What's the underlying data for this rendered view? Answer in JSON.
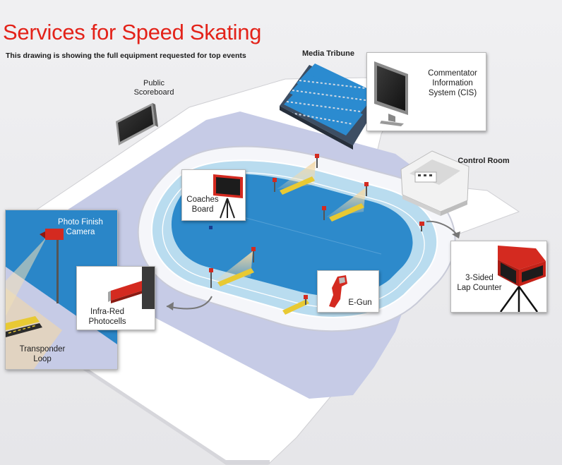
{
  "header": {
    "title": "Services for Speed Skating",
    "subtitle": "This drawing is showing the full equipment requested for top events"
  },
  "labels": {
    "media_tribune": "Media Tribune",
    "cis": [
      "Commentator",
      "Information",
      "System (CIS)"
    ],
    "public_scoreboard": [
      "Public",
      "Scoreboard"
    ],
    "control_room": "Control Room",
    "coaches_board": [
      "Coaches",
      "Board"
    ],
    "photo_finish_camera": [
      "Photo Finish",
      "Camera"
    ],
    "infra_red_photocells": [
      "Infra-Red",
      "Photocells"
    ],
    "transponder_loop": [
      "Transponder",
      "Loop"
    ],
    "e_gun": "E-Gun",
    "lap_counter": [
      "3-Sided",
      "Lap Counter"
    ]
  },
  "colors": {
    "title_red": "#e32219",
    "ice_blue": "#2a86c8",
    "lavender": "#c6cbe6",
    "equipment_red": "#d42a20",
    "loop_yellow": "#e8c933"
  },
  "icons": [
    "monitor-icon",
    "tribune-seats-icon",
    "control-room-icon",
    "coaches-board-icon",
    "camera-icon",
    "photocell-icon",
    "transponder-loop-icon",
    "e-gun-icon",
    "lap-counter-icon"
  ]
}
